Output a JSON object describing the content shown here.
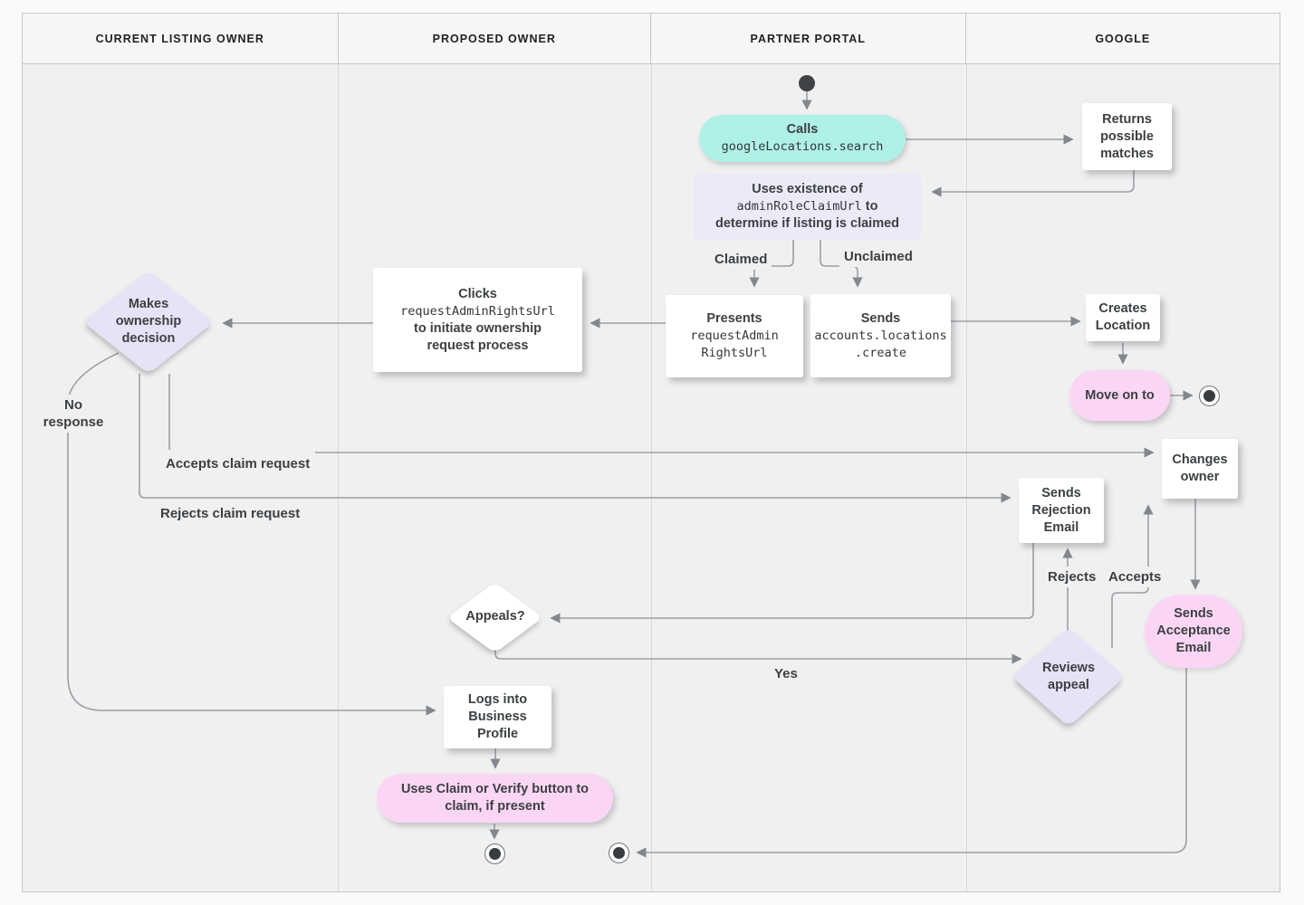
{
  "header": {
    "lanes": [
      "CURRENT LISTING OWNER",
      "PROPOSED OWNER",
      "PARTNER PORTAL",
      "GOOGLE"
    ]
  },
  "nodes": {
    "calls": {
      "title": "Calls",
      "code": "googleLocations.search"
    },
    "returns_matches": {
      "text": "Returns\npossible\nmatches"
    },
    "uses_existence": {
      "line1": "Uses existence of",
      "code": "adminRoleClaimUrl",
      "line2_suffix": " to",
      "line3": "determine if listing is claimed"
    },
    "presents": {
      "title": "Presents",
      "code": "requestAdmin\nRightsUrl"
    },
    "sends_create": {
      "title": "Sends",
      "code": "accounts.locations\n.create"
    },
    "clicks": {
      "title": "Clicks",
      "code": "requestAdminRightsUrl",
      "text": "to initiate ownership\nrequest process"
    },
    "makes_decision": {
      "text": "Makes\nownership\ndecision"
    },
    "creates_location": {
      "text": "Creates\nLocation"
    },
    "move_on": {
      "text": "Move on to"
    },
    "changes_owner": {
      "text": "Changes\nowner"
    },
    "sends_rejection": {
      "text": "Sends\nRejection\nEmail"
    },
    "sends_acceptance": {
      "text": "Sends\nAcceptance\nEmail"
    },
    "reviews_appeal": {
      "text": "Reviews\nappeal"
    },
    "appeals": {
      "text": "Appeals?"
    },
    "logs_in": {
      "text": "Logs into\nBusiness\nProfile"
    },
    "uses_claim": {
      "text": "Uses Claim or Verify button to\nclaim, if present"
    }
  },
  "edge_labels": {
    "claimed": "Claimed",
    "unclaimed": "Unclaimed",
    "no_response": "No\nresponse",
    "accepts_claim": "Accepts claim request",
    "rejects_claim": "Rejects claim request",
    "rejects": "Rejects",
    "accepts": "Accepts",
    "yes": "Yes"
  },
  "colors": {
    "teal_action": "#aff0e7",
    "lavender_note": "#eceaf8",
    "lavender_decision": "#e7e2f5",
    "pink_action": "#fbd6f4",
    "connector_line": "#9aa0a6",
    "arrowhead": "#83888d",
    "text": "#3c4043",
    "lane_background": "#f0f0f1",
    "header_background": "#f6f6f7"
  }
}
